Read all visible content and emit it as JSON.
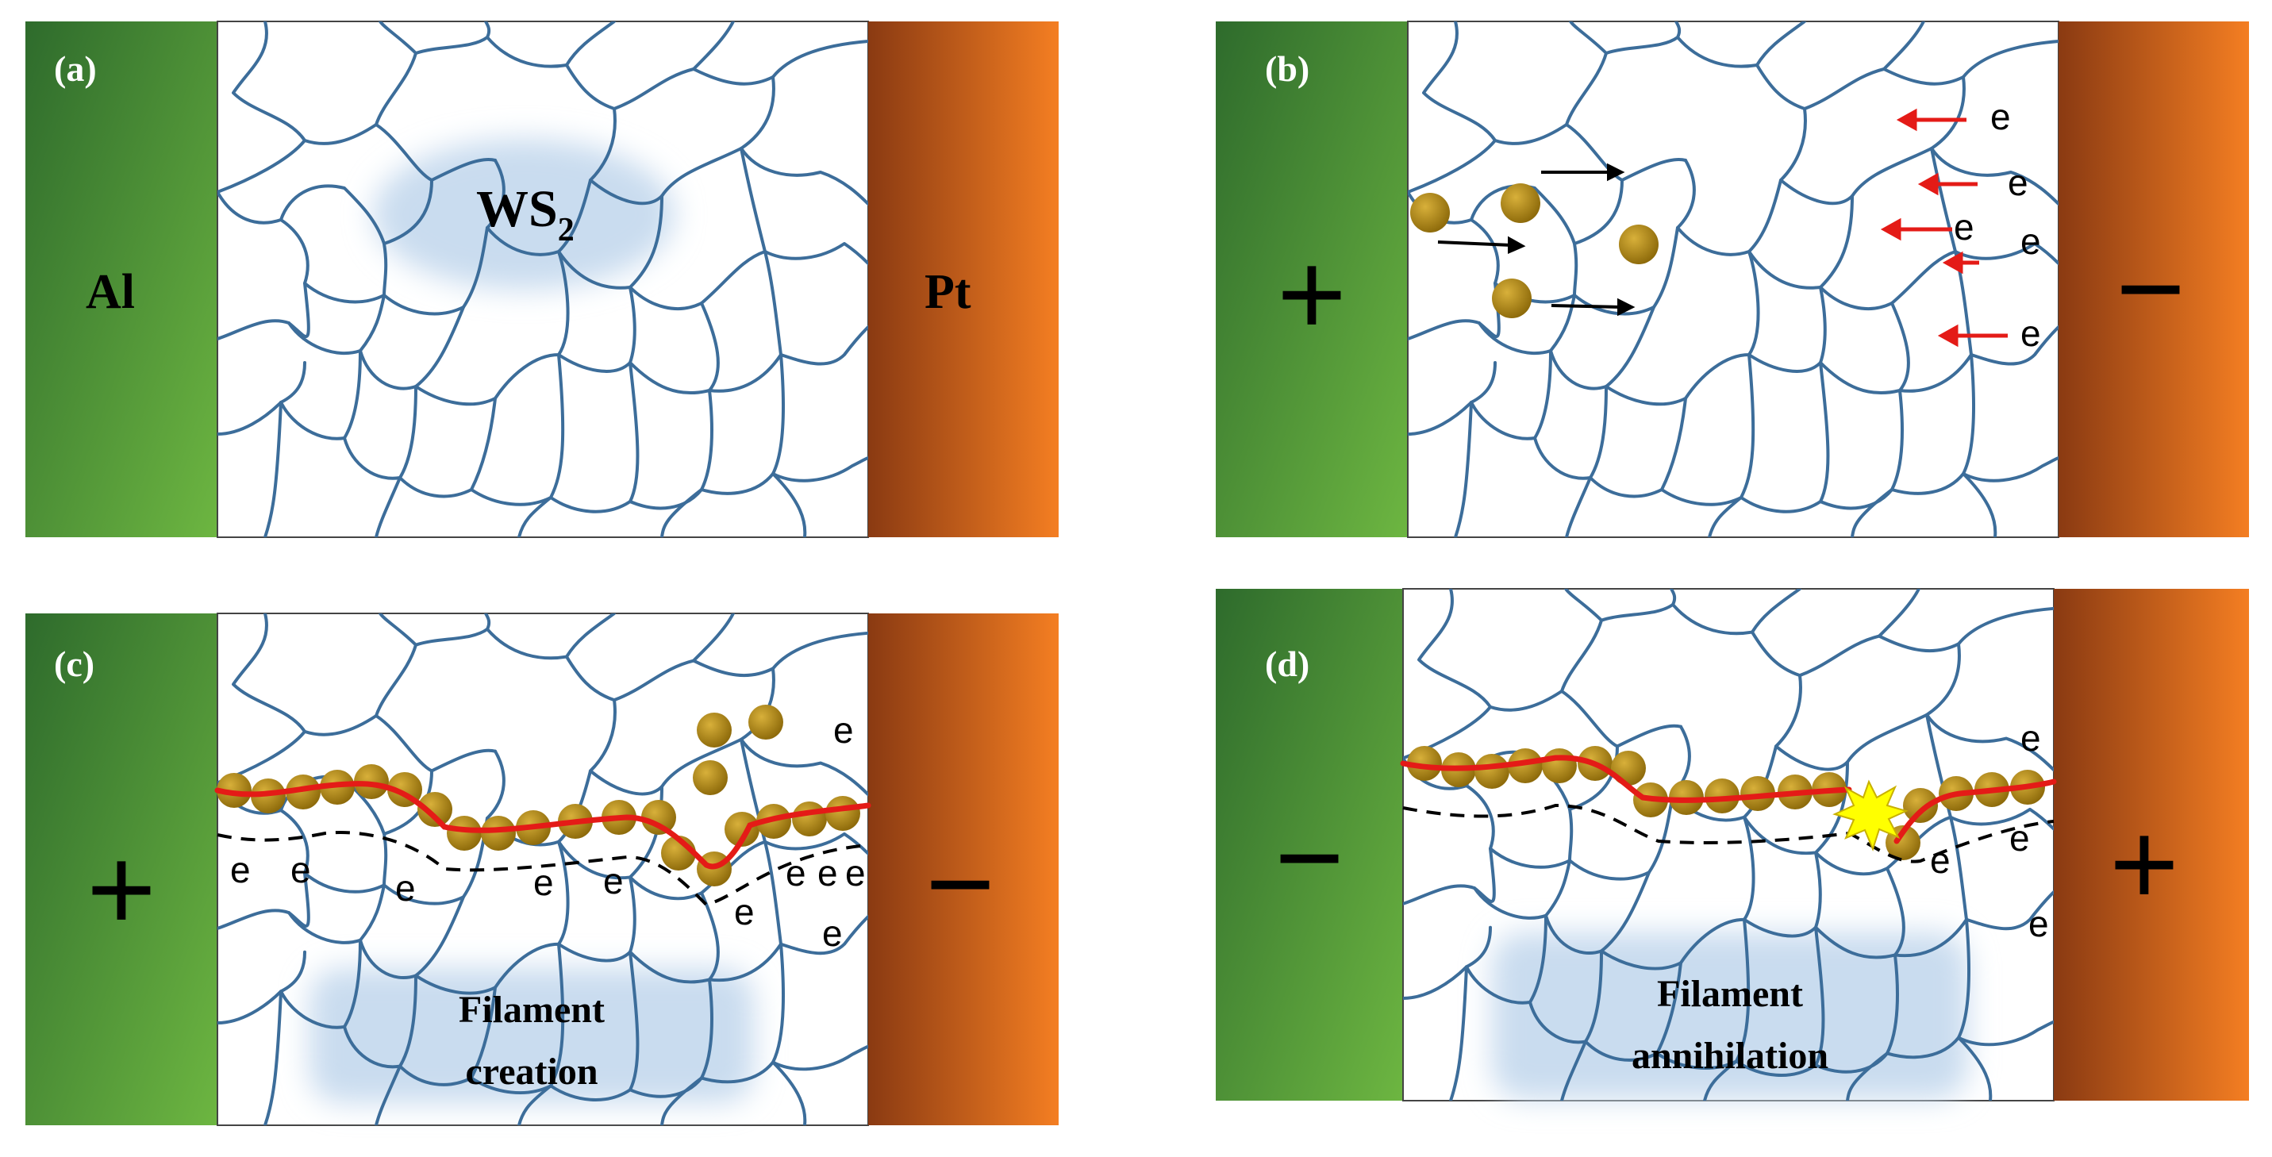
{
  "figure": {
    "colors": {
      "anode_green_dark": "#2e6b2c",
      "anode_green_light": "#6db641",
      "cathode_dark": "#8a3a12",
      "cathode_light": "#f47e22",
      "grain_boundary": "#3c6d9a",
      "highlight": "#c9dcef",
      "ion": "#b58a17",
      "filament": "#e41b17",
      "ion_arrow": "#e41b17",
      "drift_arrow": "#000000",
      "spark": "#ffff00"
    },
    "panels": [
      {
        "id": "a",
        "label": "(a)",
        "left_electrode": "Al",
        "right_electrode": "Pt",
        "material_label": "WS",
        "material_subscript": "2"
      },
      {
        "id": "b",
        "label": "(b)",
        "left_sign": "+",
        "right_sign": "−",
        "electron": "e"
      },
      {
        "id": "c",
        "label": "(c)",
        "left_sign": "+",
        "right_sign": "−",
        "electron": "e",
        "caption_line1": "Filament",
        "caption_line2": "creation"
      },
      {
        "id": "d",
        "label": "(d)",
        "left_sign": "−",
        "right_sign": "+",
        "electron": "e",
        "caption_line1": "Filament",
        "caption_line2": "annihilation"
      }
    ]
  }
}
